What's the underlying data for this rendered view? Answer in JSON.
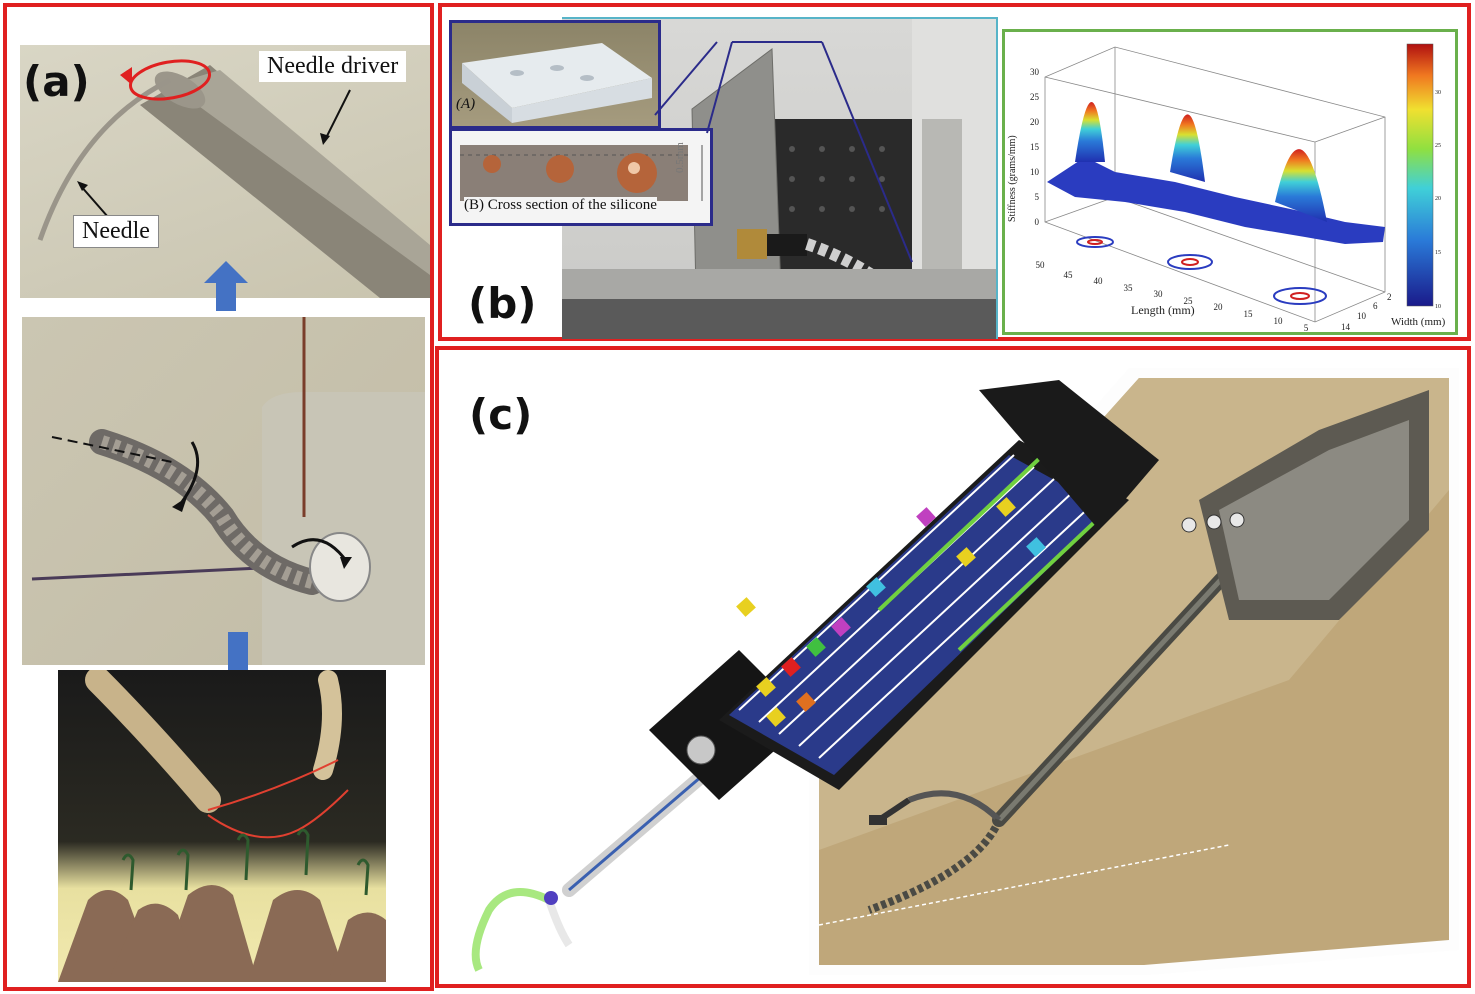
{
  "panel_a": {
    "label": "(a)",
    "needle_driver_label": "Needle driver",
    "needle_label": "Needle"
  },
  "panel_b": {
    "label": "(b)",
    "inset_a_label": "(A)",
    "inset_b_caption": "(B) Cross section of the silicone",
    "scale_text": "0.5mm",
    "plot": {
      "zlabel": "Stiffness (grams/mm)",
      "xlabel": "Length (mm)",
      "ylabel": "Width (mm)",
      "z_ticks": [
        "0",
        "5",
        "10",
        "15",
        "20",
        "25",
        "30"
      ],
      "x_ticks": [
        "50",
        "45",
        "40",
        "35",
        "30",
        "25",
        "20",
        "15",
        "10",
        "5"
      ],
      "y_ticks": [
        "2",
        "6",
        "10",
        "14"
      ],
      "colorbar_ticks": [
        "30",
        "25",
        "20",
        "15",
        "10"
      ]
    }
  },
  "panel_c": {
    "label": "(c)"
  },
  "colors": {
    "frame_red": "#e02020",
    "arrow_blue": "#4472c4",
    "plot_border_green": "#6ab04c",
    "inset_border_navy": "#2b2b8a"
  }
}
